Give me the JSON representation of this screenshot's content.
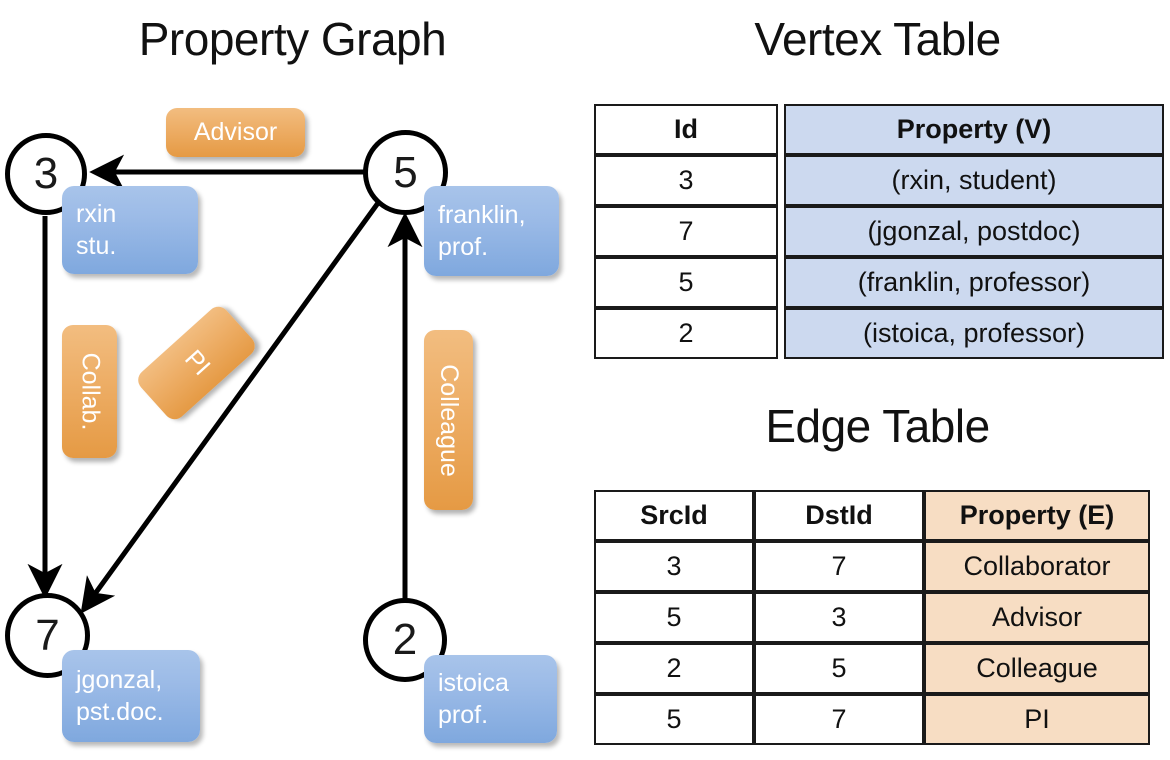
{
  "graph": {
    "title": "Property Graph",
    "nodes": [
      {
        "id": "3",
        "name": "node-3",
        "prop_lines": [
          "rxin",
          "stu."
        ]
      },
      {
        "id": "5",
        "name": "node-5",
        "prop_lines": [
          "franklin,",
          "prof."
        ]
      },
      {
        "id": "7",
        "name": "node-7",
        "prop_lines": [
          "jgonzal,",
          "pst.doc."
        ]
      },
      {
        "id": "2",
        "name": "node-2",
        "prop_lines": [
          "istoica",
          "prof."
        ]
      }
    ],
    "edge_labels": {
      "advisor": "Advisor",
      "collab": "Collab.",
      "pi": "PI",
      "colleague": "Colleague"
    },
    "edges": [
      {
        "src": "5",
        "dst": "3",
        "label": "Advisor"
      },
      {
        "src": "3",
        "dst": "7",
        "label": "Collab."
      },
      {
        "src": "5",
        "dst": "7",
        "label": "PI"
      },
      {
        "src": "2",
        "dst": "5",
        "label": "Colleague"
      }
    ]
  },
  "vertex_table": {
    "title": "Vertex Table",
    "headers": [
      "Id",
      "Property (V)"
    ],
    "rows": [
      [
        "3",
        "(rxin, student)"
      ],
      [
        "7",
        "(jgonzal, postdoc)"
      ],
      [
        "5",
        "(franklin, professor)"
      ],
      [
        "2",
        "(istoica, professor)"
      ]
    ]
  },
  "edge_table": {
    "title": "Edge Table",
    "headers": [
      "SrcId",
      "DstId",
      "Property (E)"
    ],
    "rows": [
      [
        "3",
        "7",
        "Collaborator"
      ],
      [
        "5",
        "3",
        "Advisor"
      ],
      [
        "2",
        "5",
        "Colleague"
      ],
      [
        "5",
        "7",
        "PI"
      ]
    ]
  },
  "colors": {
    "vertex_property_fill": "#ccd9ef",
    "edge_property_fill": "#f7ddc3",
    "node_property_box": "#9cbbe7",
    "edge_label_box": "#edad65",
    "stroke": "#000000",
    "background": "#ffffff"
  }
}
